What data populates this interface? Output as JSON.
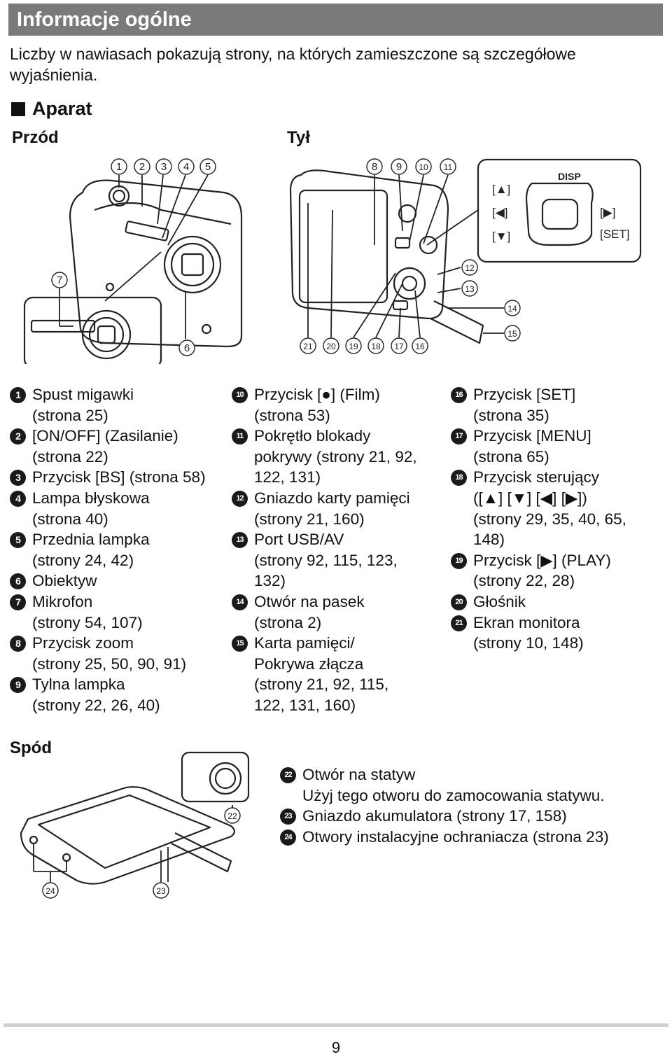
{
  "header": {
    "title": "Informacje ogólne"
  },
  "intro": "Liczby w nawiasach pokazują strony, na których zamieszczone są szczegółowe wyjaśnienia.",
  "section": {
    "title": "Aparat"
  },
  "labels": {
    "front": "Przód",
    "back": "Tył",
    "bottom": "Spód"
  },
  "diagram": {
    "front_callouts": [
      "1",
      "2",
      "3",
      "4",
      "5",
      "6",
      "7"
    ],
    "back_callouts_top": [
      "8",
      "9",
      "10",
      "11"
    ],
    "back_callouts_side": [
      "12",
      "13",
      "14",
      "15"
    ],
    "back_callouts_bottom": [
      "21",
      "20",
      "19",
      "18",
      "17",
      "16"
    ],
    "controller_labels": {
      "disp": "DISP",
      "up": "[▲]",
      "left": "[◀]",
      "down": "[▼]",
      "right": "[▶]",
      "set": "[SET]"
    },
    "bottom_callouts": [
      "22",
      "23",
      "24"
    ]
  },
  "parts": [
    {
      "num": "1",
      "lines": [
        "Spust migawki",
        "(strona 25)"
      ]
    },
    {
      "num": "2",
      "lines": [
        "[ON/OFF] (Zasilanie)",
        "(strona 22)"
      ]
    },
    {
      "num": "3",
      "lines": [
        "Przycisk [BS] (strona 58)"
      ]
    },
    {
      "num": "4",
      "lines": [
        "Lampa błyskowa",
        "(strona 40)"
      ]
    },
    {
      "num": "5",
      "lines": [
        "Przednia lampka",
        "(strony 24, 42)"
      ]
    },
    {
      "num": "6",
      "lines": [
        "Obiektyw"
      ]
    },
    {
      "num": "7",
      "lines": [
        "Mikrofon",
        "(strony 54, 107)"
      ]
    },
    {
      "num": "8",
      "lines": [
        "Przycisk zoom",
        "(strony 25, 50, 90, 91)"
      ]
    },
    {
      "num": "9",
      "lines": [
        "Tylna lampka",
        "(strony 22, 26, 40)"
      ]
    },
    {
      "num": "10",
      "lines": [
        "Przycisk [●] (Film)",
        "(strona 53)"
      ]
    },
    {
      "num": "11",
      "lines": [
        "Pokrętło blokady",
        "pokrywy (strony 21, 92,",
        "122, 131)"
      ]
    },
    {
      "num": "12",
      "lines": [
        "Gniazdo karty pamięci",
        "(strony 21, 160)"
      ]
    },
    {
      "num": "13",
      "lines": [
        "Port USB/AV",
        "(strony 92, 115, 123,",
        "132)"
      ]
    },
    {
      "num": "14",
      "lines": [
        "Otwór na pasek",
        "(strona 2)"
      ]
    },
    {
      "num": "15",
      "lines": [
        "Karta pamięci/",
        "Pokrywa złącza",
        "(strony 21, 92, 115,",
        "122, 131, 160)"
      ]
    },
    {
      "num": "16",
      "lines": [
        "Przycisk [SET]",
        "(strona 35)"
      ]
    },
    {
      "num": "17",
      "lines": [
        "Przycisk [MENU]",
        "(strona 65)"
      ]
    },
    {
      "num": "18",
      "lines": [
        "Przycisk sterujący",
        "([▲] [▼] [◀] [▶])",
        "(strony 29, 35, 40, 65,",
        "148)"
      ]
    },
    {
      "num": "19",
      "lines": [
        "Przycisk [▶] (PLAY)",
        "(strony 22, 28)"
      ]
    },
    {
      "num": "20",
      "lines": [
        "Głośnik"
      ]
    },
    {
      "num": "21",
      "lines": [
        "Ekran monitora",
        "(strony 10, 148)"
      ]
    }
  ],
  "bottom_parts": [
    {
      "num": "22",
      "lines": [
        "Otwór na statyw",
        "Użyj tego otworu do zamocowania statywu."
      ]
    },
    {
      "num": "23",
      "lines": [
        "Gniazdo akumulatora (strony 17, 158)"
      ]
    },
    {
      "num": "24",
      "lines": [
        "Otwory instalacyjne ochraniacza (strona 23)"
      ]
    }
  ],
  "page_number": "9"
}
